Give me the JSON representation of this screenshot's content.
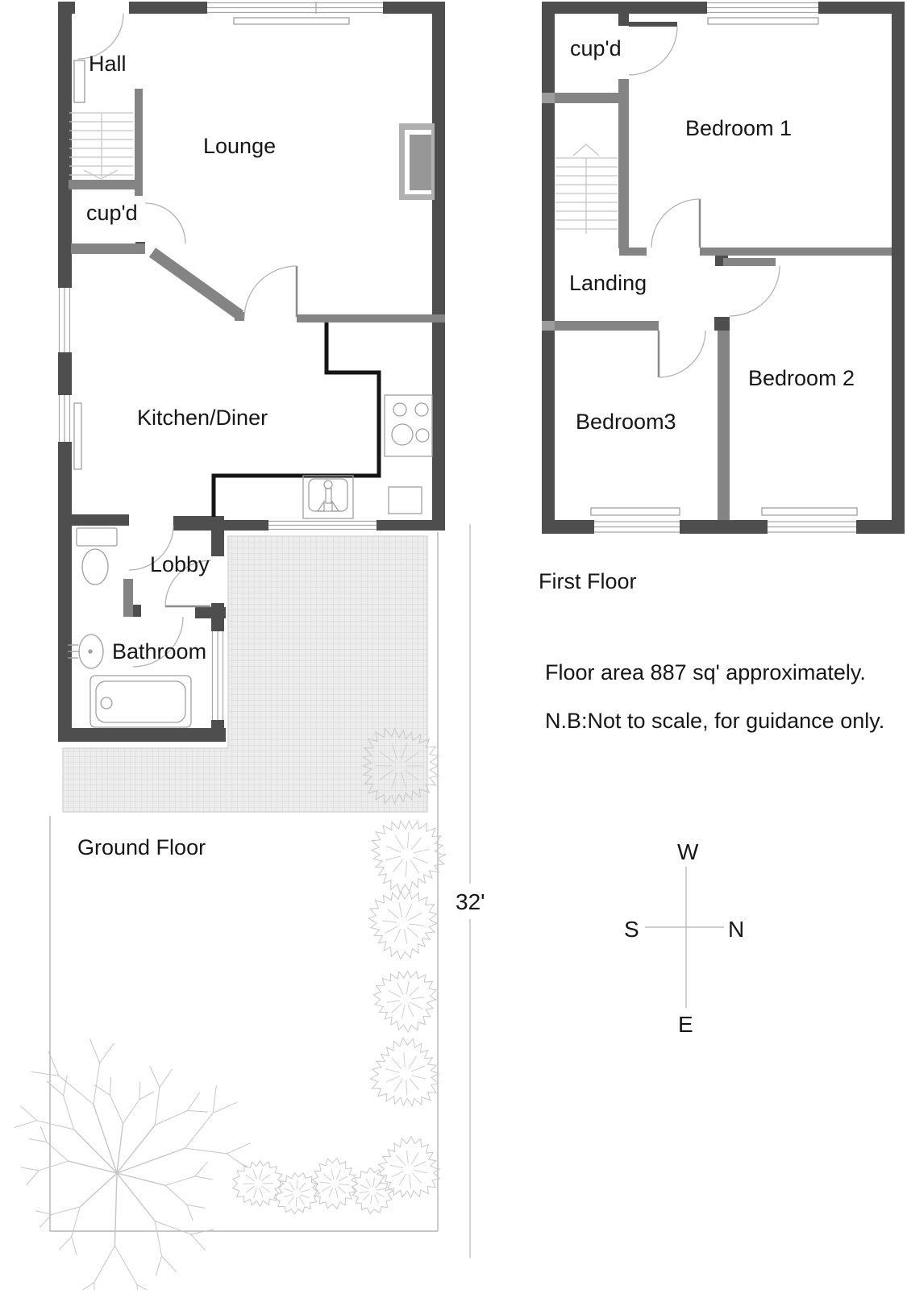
{
  "colors": {
    "wall_dark": "#4e4e4e",
    "wall_mid": "#848484",
    "wall_light": "#9c9c9c",
    "fixture_line": "#a9a9a9",
    "worktop_line": "#141414",
    "patio_fill": "#ededed",
    "text": "#161616"
  },
  "ground_floor": {
    "title": "Ground Floor",
    "rooms": {
      "hall": "Hall",
      "lounge": "Lounge",
      "cupboard": "cup'd",
      "kitchen": "Kitchen/Diner",
      "lobby": "Lobby",
      "bathroom": "Bathroom"
    }
  },
  "garden": {
    "depth_label": "32'"
  },
  "first_floor": {
    "title": "First Floor",
    "rooms": {
      "cupboard": "cup'd",
      "bedroom1": "Bedroom 1",
      "landing": "Landing",
      "bedroom3": "Bedroom3",
      "bedroom2": "Bedroom 2"
    }
  },
  "annotations": {
    "floor_area": "Floor area 887 sq' approximately.",
    "disclaimer": "N.B:Not to scale, for guidance only."
  },
  "compass": {
    "top": "W",
    "left": "S",
    "right": "N",
    "bottom": "E"
  }
}
